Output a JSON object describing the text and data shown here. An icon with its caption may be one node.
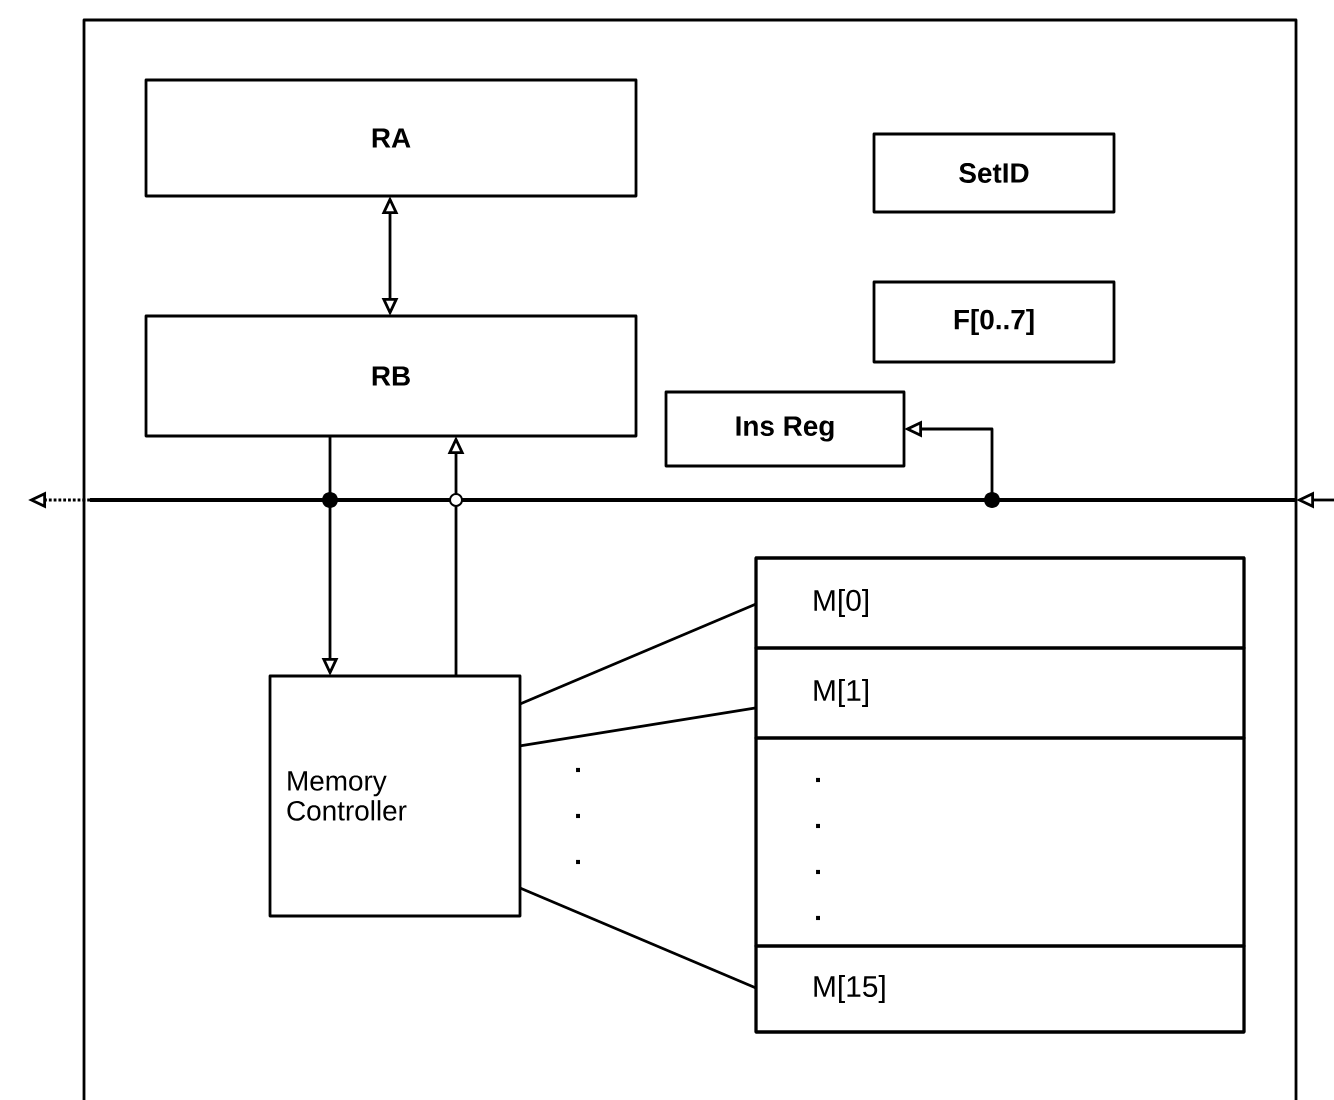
{
  "diagram": {
    "nodes": [
      {
        "text": [],
        "shape": "box"
      },
      {
        "text": [
          "RA"
        ],
        "in": 0
      },
      {
        "text": [
          "SetID"
        ],
        "in": 0
      },
      {
        "text": [
          "F[0..7]"
        ],
        "in": 0
      },
      {
        "text": [
          "RB"
        ],
        "in": 0
      },
      {
        "text": [
          "Ins Reg"
        ],
        "in": 0
      },
      {
        "text": [],
        "shape": "bar",
        "in": 0
      },
      {
        "text": [
          "Memory Controller"
        ],
        "in": 0
      },
      {
        "text": [],
        "shape": "box",
        "in": 0
      },
      {
        "text": [
          "M[0]"
        ],
        "in": 8
      },
      {
        "text": [
          "M[1]"
        ],
        "in": 8
      },
      {
        "text": [],
        "shape": "box",
        "in": 8
      },
      {
        "text": [
          "M[15]"
        ],
        "in": 8
      }
    ],
    "edges": [
      {
        "from": 1,
        "to": 4,
        "arrow": "both"
      },
      {
        "from": 4,
        "to": 7,
        "arrow": "to"
      },
      {
        "from": 7,
        "to": 4,
        "arrow": "to"
      },
      {
        "from": 6,
        "to": 5,
        "arrow": "to"
      },
      {
        "from": 6,
        "to": null,
        "arrow": "to",
        "style": "dashed"
      },
      {
        "from": null,
        "to": 6,
        "arrow": "to"
      },
      {
        "from": 7,
        "to": 9,
        "arrow": "none"
      },
      {
        "from": 7,
        "to": 10,
        "arrow": "none"
      },
      {
        "from": 7,
        "to": 12,
        "arrow": "none"
      }
    ],
    "labels": [
      ".",
      ".",
      ".",
      ".",
      ".",
      ".",
      "."
    ]
  }
}
